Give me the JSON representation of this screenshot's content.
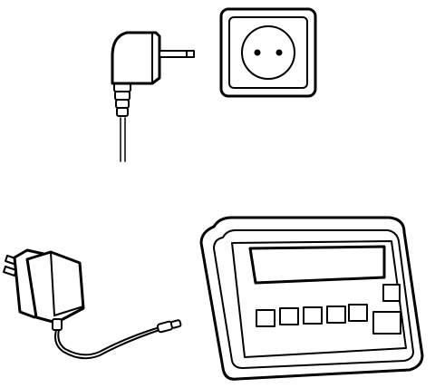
{
  "figure": {
    "panels": [
      {
        "id": "top",
        "items": [
          "plug-adapter-side",
          "wall-socket"
        ]
      },
      {
        "id": "bottom",
        "items": [
          "power-adapter-with-cable",
          "weighing-indicator"
        ]
      }
    ],
    "colors": {
      "line": "#000000",
      "background": "#ffffff"
    },
    "indicator": {
      "button_count": 6
    }
  }
}
